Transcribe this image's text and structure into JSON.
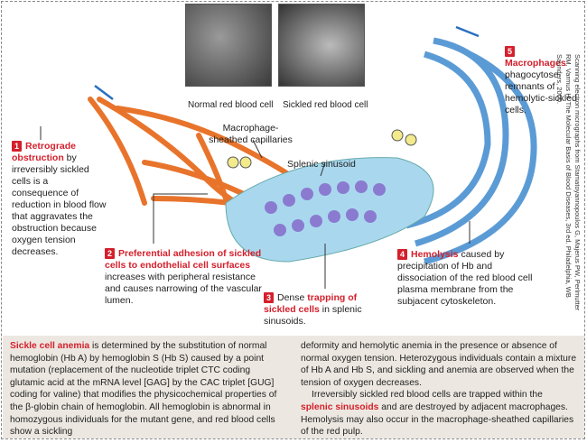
{
  "photos": [
    {
      "caption": "Normal red blood cell"
    },
    {
      "caption": "Sickled red blood cell"
    }
  ],
  "labels": {
    "macrophage_capillaries": "Macrophage-sheathed capillaries",
    "splenic_sinusoid": "Splenic sinusoid"
  },
  "steps": [
    {
      "number": "1",
      "highlight": "Retrograde obstruction",
      "text": " by irreversibly sickled cells is a consequence of reduction in blood flow that aggravates the obstruction because oxygen tension decreases."
    },
    {
      "number": "2",
      "highlight": "Preferential adhesion of sickled cells to endothelial cell surfaces",
      "text": " increases with peripheral resistance and causes narrowing of the vascular lumen."
    },
    {
      "number": "3",
      "prefix": "Dense ",
      "highlight": "trapping of sickled cells",
      "text": " in splenic sinusoids."
    },
    {
      "number": "4",
      "highlight": "Hemolysis",
      "text": " caused by precipitation of Hb and dissociation of the red blood cell plasma membrane from the subjacent cytoskeleton."
    },
    {
      "number": "5",
      "highlight": "Macrophages",
      "text": " phagocytose remnants of hemolytic-sickled cells."
    }
  ],
  "credit": "Scanning electron micrographs from Stamatoyannopoulos G, Majerus PW, Perlmutter RM, Varmus H: The Molecular Basis of Blood Diseases, 3rd ed. Philadelphia, WB Saunders, 2000.",
  "text_box": {
    "left_highlight": "Sickle cell anemia",
    "left_text": " is determined by the substitution of normal hemoglobin (Hb A) by hemoglobin S (Hb S) caused by a point mutation (replacement of the nucleotide triplet CTC coding glutamic acid at the mRNA level [GAG] by the CAC triplet [GUG] coding for valine) that  modifies the physicochemical properties of the β-globin chain of hemoglobin. All hemoglobin is abnormal in homozygous individuals for the mutant gene, and red blood cells show a sickling",
    "right_p1": "deformity and hemolytic anemia in the presence or absence of normal oxygen tension. Heterozygous individuals contain a mixture of Hb A and Hb S, and sickling and anemia are observed when the tension of oxygen decreases.",
    "right_p2_pre": "Irreversibly sickled red blood cells are trapped within the ",
    "right_p2_highlight": "splenic sinusoids",
    "right_p2_post": " and are destroyed by adjacent macrophages. Hemolysis may also occur in the macrophage-sheathed capillaries of the red pulp."
  },
  "colors": {
    "accent": "#d4202c",
    "vessel": "#e8742c",
    "sinusoid": "#a9d8ee",
    "blue_vessel": "#5b9bd5"
  }
}
